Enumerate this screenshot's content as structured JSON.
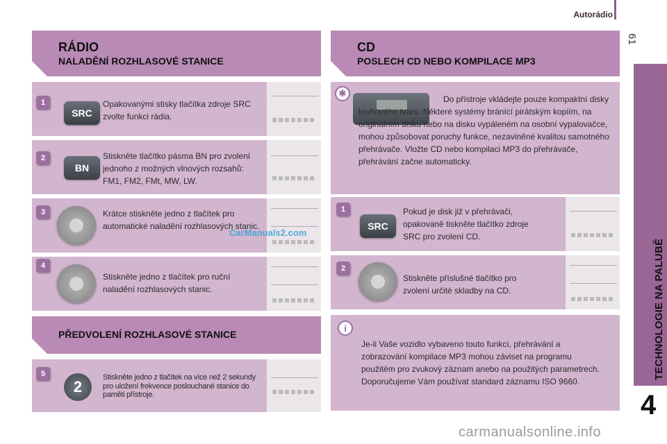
{
  "header": {
    "title": "Autorádio",
    "page_number": "61"
  },
  "sidebar": {
    "label": "TECHNOLOGIE NA PALUBĚ",
    "chapter": "4"
  },
  "radio": {
    "title": "RÁDIO",
    "subtitle": "NALADĚNÍ ROZHLASOVÉ STANICE",
    "steps": [
      {
        "num": "1",
        "icon": "SRC",
        "text": "Opakovanými stisky tlačítka zdroje SRC zvolte funkci rádia."
      },
      {
        "num": "2",
        "icon": "BN",
        "text": "Stiskněte tlačítko pásma BN pro zvolení jednoho z možných vlnových rozsahů: FM1, FM2, FMt, MW, LW."
      },
      {
        "num": "3",
        "icon": "pad",
        "text": "Krátce stiskněte jedno z tlačítek pro automatické naladění rozhlasových stanic."
      },
      {
        "num": "4",
        "icon": "pad",
        "text": "Stiskněte jedno z tlačítek pro ruční naladění rozhlasových stanic."
      }
    ]
  },
  "preset": {
    "title": "PŘEDVOLENÍ ROZHLASOVÉ STANICE",
    "step": {
      "num": "5",
      "icon": "2",
      "text": "Stiskněte jedno z tlačítek na více než 2 sekundy pro uložení frekvence poslouchané stanice do paměti přístroje."
    }
  },
  "cd": {
    "title": "CD",
    "subtitle": "POSLECH CD NEBO KOMPILACE MP3",
    "intro": "Do přístroje vkládejte pouze kompaktní disky kruhového tvaru. Některé systémy bránící pirátským kopiím, na originálním disku nebo na disku vypáleném na osobní vypalovačce, mohou způsobovat poruchy funkce, nezaviněné kvalitou samotného přehrávače. Vložte CD nebo kompilaci MP3 do přehrávače, přehrávání začne automaticky.",
    "steps": [
      {
        "num": "1",
        "icon": "SRC",
        "text": "Pokud je disk již v přehrávači, opakovaně tiskněte tlačítko zdroje SRC pro zvolení CD."
      },
      {
        "num": "2",
        "icon": "pad",
        "text": "Stiskněte příslušné tlačítko pro zvolení určité skladby na CD."
      }
    ],
    "info": "Je-li Vaše vozidlo vybaveno touto funkcí, přehrávání a zobrazování kompilace MP3 mohou záviset na programu použitém pro zvukový záznam anebo na použitých parametrech. Doporučujeme Vám používat standard záznamu ISO 9660."
  },
  "watermarks": {
    "inline": "CarManuals2.com",
    "footer": "carmanualsonline.info"
  }
}
